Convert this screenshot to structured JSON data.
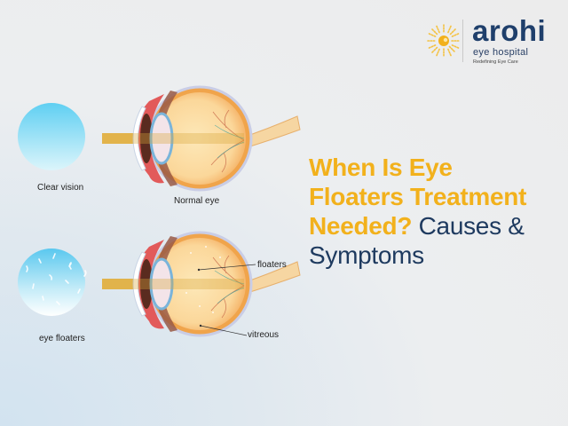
{
  "logo": {
    "brand": "arohi",
    "subtitle": "eye hospital",
    "tagline": "Redefining Eye Care",
    "icon": "sun-icon",
    "brand_color": "#1f3f6b",
    "icon_color": "#f2b11c"
  },
  "headline": {
    "highlight_line1": "When Is Eye",
    "highlight_line2": "Floaters Treatment",
    "highlight_line3": "Needed?",
    "normal_line3": " Causes &",
    "normal_line4": "Symptoms",
    "highlight_color": "#f2b11c",
    "normal_color": "#1e3a5f"
  },
  "illustration": {
    "top": {
      "vision_label": "Clear vision",
      "eye_label": "Normal eye"
    },
    "bottom": {
      "vision_label": "eye floaters",
      "callout_floaters": "floaters",
      "callout_vitreous": "vitreous"
    }
  }
}
